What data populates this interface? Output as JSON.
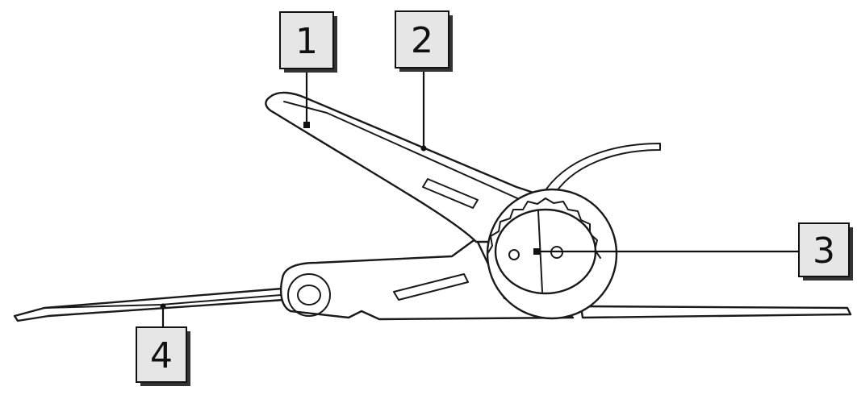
{
  "figure": {
    "subject": "ratchet-buckle",
    "colors": {
      "line": "#1a1a1a",
      "label_fill": "#e6e6e6",
      "background": "#ffffff"
    }
  },
  "callouts": [
    {
      "id": "c1",
      "label": "1"
    },
    {
      "id": "c2",
      "label": "2"
    },
    {
      "id": "c3",
      "label": "3"
    },
    {
      "id": "c4",
      "label": "4"
    }
  ]
}
